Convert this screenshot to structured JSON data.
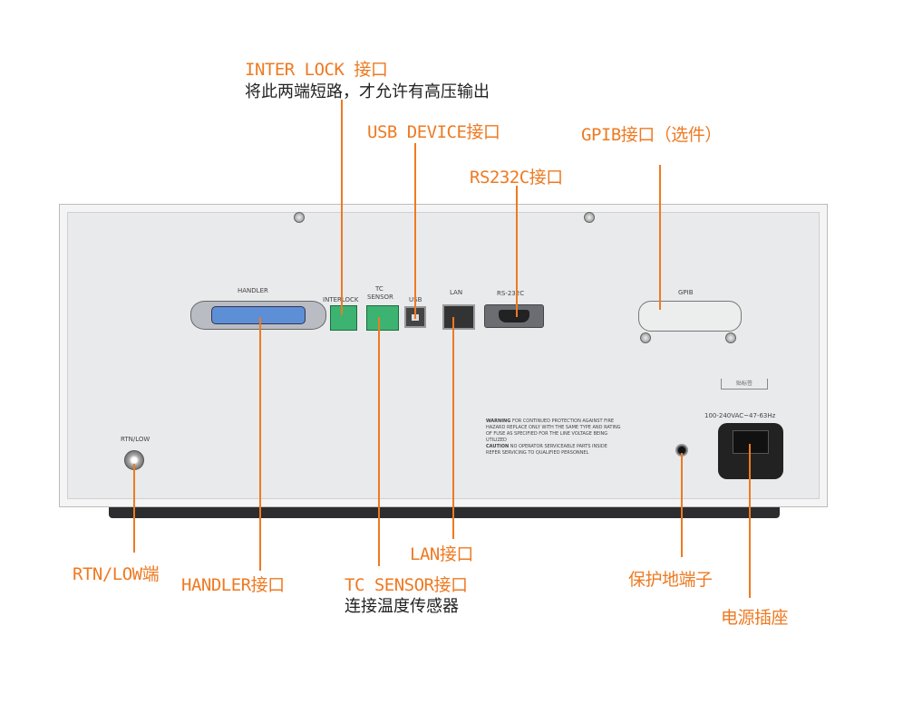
{
  "callouts": {
    "interlock": {
      "title": "INTER LOCK 接口",
      "desc": "将此两端短路，才允许有高压输出"
    },
    "usb": {
      "title": "USB DEVICE接口"
    },
    "gpib": {
      "title": "GPIB接口（选件）"
    },
    "rs232": {
      "title": "RS232C接口"
    },
    "lan": {
      "title": "LAN接口"
    },
    "rtn": {
      "title": "RTN/LOW端"
    },
    "handler": {
      "title": "HANDLER接口"
    },
    "tc": {
      "title": "TC SENSOR接口",
      "desc": "连接温度传感器"
    },
    "ground": {
      "title": "保护地端子"
    },
    "power": {
      "title": "电源插座"
    }
  },
  "panel": {
    "handler": "HANDLER",
    "interlock": "INTERLOCK",
    "tc": "TC",
    "sensor": "SENSOR",
    "usb": "USB",
    "lan": "LAN",
    "rs232": "RS-232C",
    "gpib": "GPIB",
    "rtn": "RTN/LOW",
    "label_box": "贴标签",
    "voltage": "100-240VAC~47-63Hz",
    "warning_head": "WARNING",
    "warning": "FOR CONTINUED PROTECTION AGAINST FIRE HAZARD REPLACE ONLY WITH THE SAME TYPE AND RATING OF FUSE AS SPECIFIED FOR THE LINE VOLTAGE BEING UTILIZED",
    "caution_head": "CAUTION",
    "caution": "NO OPERATOR SERVICEABLE PARTS INSIDE REFER SERVICING TO QUALIFIED PERSONNEL"
  },
  "colors": {
    "accent": "#ee7a22",
    "panel": "#e9eaec"
  }
}
